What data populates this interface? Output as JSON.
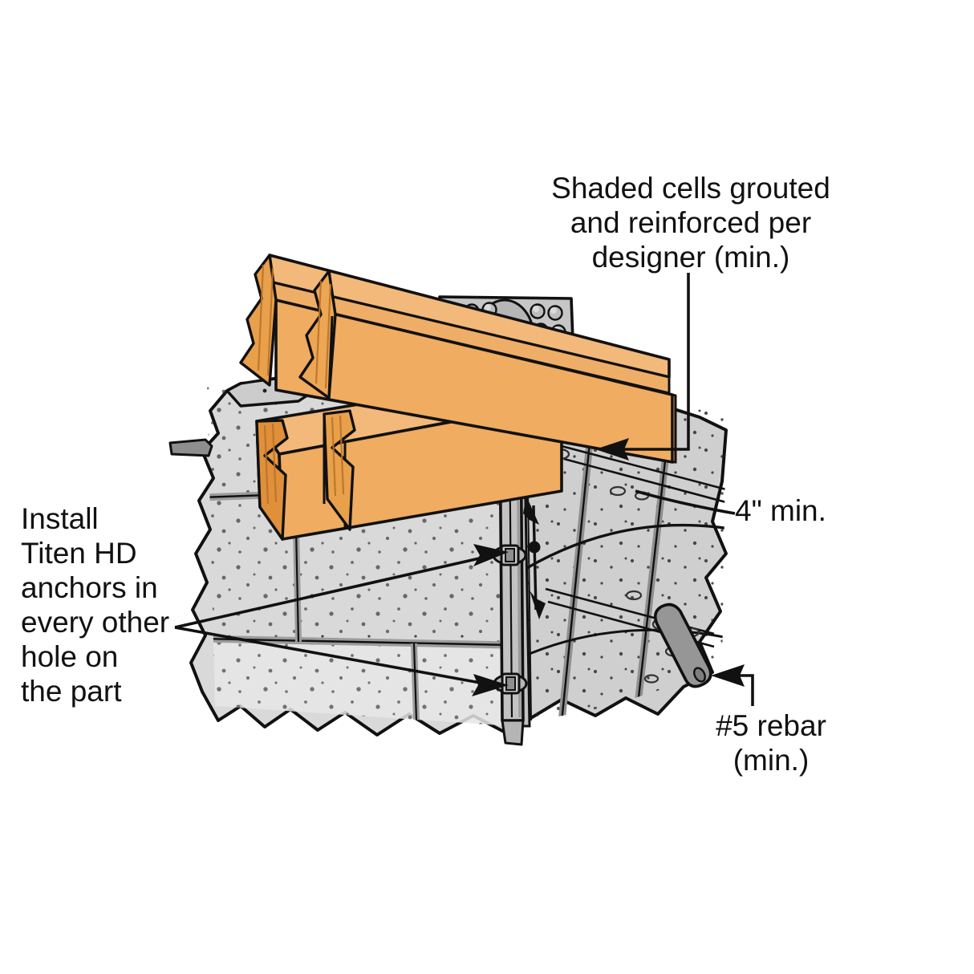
{
  "figure": {
    "kind": "construction-detail-illustration",
    "subject": "Wood beam holdown strap anchored to grouted CMU masonry wall"
  },
  "labels": {
    "shaded_cells": "Shaded cells grouted\nand reinforced per\ndesigner (min.)",
    "install_anchors": "Install\nTiten HD\nanchors in\nevery other\nhole on\nthe part",
    "four_inch_min": "4\" min.",
    "rebar": "#5 rebar\n(min.)"
  },
  "parts": {
    "wood_beam_upper": "upper-wood-beam",
    "wood_beam_lower": "lower-wood-beam",
    "holdown_plate": "holdown-nail-plate",
    "holdown_strap": "holdown-vertical-strap",
    "titen_anchor_upper": "titen-hd-anchor-upper",
    "titen_anchor_lower": "titen-hd-anchor-lower",
    "cmu_wall": "cmu-block-wall",
    "grouted_cell": "grouted-reinforced-cell",
    "rebar_bar": "number-5-rebar",
    "rebar_stub": "rebar-stub-left"
  },
  "colors": {
    "wood_face": "#F0AC60",
    "wood_top": "#F2B97A",
    "wood_end": "#E79B48",
    "wood_end_dark": "#DC8C37",
    "cmu_light": "#D9D9D9",
    "cmu_mid": "#CFCFCF",
    "cmu_pale": "#E4E4E4",
    "cmu_dark": "#BFBFBF",
    "metal_light": "#C9C9C9",
    "metal_mid": "#B3B3B3",
    "metal_dark": "#8E8E8E",
    "rebar_grey": "#9A9A9A",
    "outline": "#111111",
    "background": "#FFFFFF"
  }
}
